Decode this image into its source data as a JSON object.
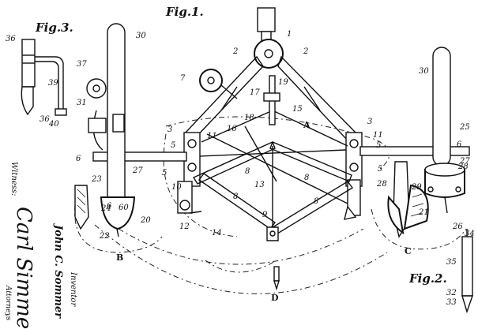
{
  "figures": {
    "fig1": "Fig.1.",
    "fig2": "Fig.2.",
    "fig3": "Fig.3."
  },
  "labels": {
    "l1": "1",
    "l2a": "2",
    "l2b": "2",
    "l3a": "3",
    "l3b": "3",
    "l5a": "5",
    "l5b": "5",
    "l5c": "5",
    "l5d": "5",
    "l6a": "6",
    "l6b": "6",
    "l7": "7",
    "l8a": "8",
    "l8b": "8",
    "l8c": "8",
    "l8d": "8",
    "l9": "9",
    "l10": "10",
    "l11a": "11",
    "l11b": "11",
    "l12": "12",
    "l13": "13",
    "l14": "14",
    "l15": "15",
    "l16": "16",
    "l17": "17",
    "l18": "18",
    "l19": "19",
    "l20": "20",
    "l21": "21",
    "l22": "22",
    "l23": "23",
    "l24": "24",
    "l25": "25",
    "l26": "26",
    "l27a": "27",
    "l27b": "27",
    "l28a": "28",
    "l28b": "28",
    "l29": "29",
    "l30a": "30",
    "l30b": "30",
    "l31": "31",
    "l32": "32",
    "l33": "33",
    "l34": "34",
    "l35": "35",
    "l36a": "36",
    "l36b": "36",
    "l37": "37",
    "l39": "39",
    "l40": "40",
    "g6": "6",
    "g60": "60",
    "letterA": "A",
    "letterB": "B",
    "letterC": "C",
    "letterD": "D"
  },
  "side_text": {
    "witness": "Witness:",
    "inventor_label": "Inventor",
    "inventor_name": "John C. Sommer",
    "attorneys_label": "Attorneys",
    "signature": "Carl Simmel"
  }
}
